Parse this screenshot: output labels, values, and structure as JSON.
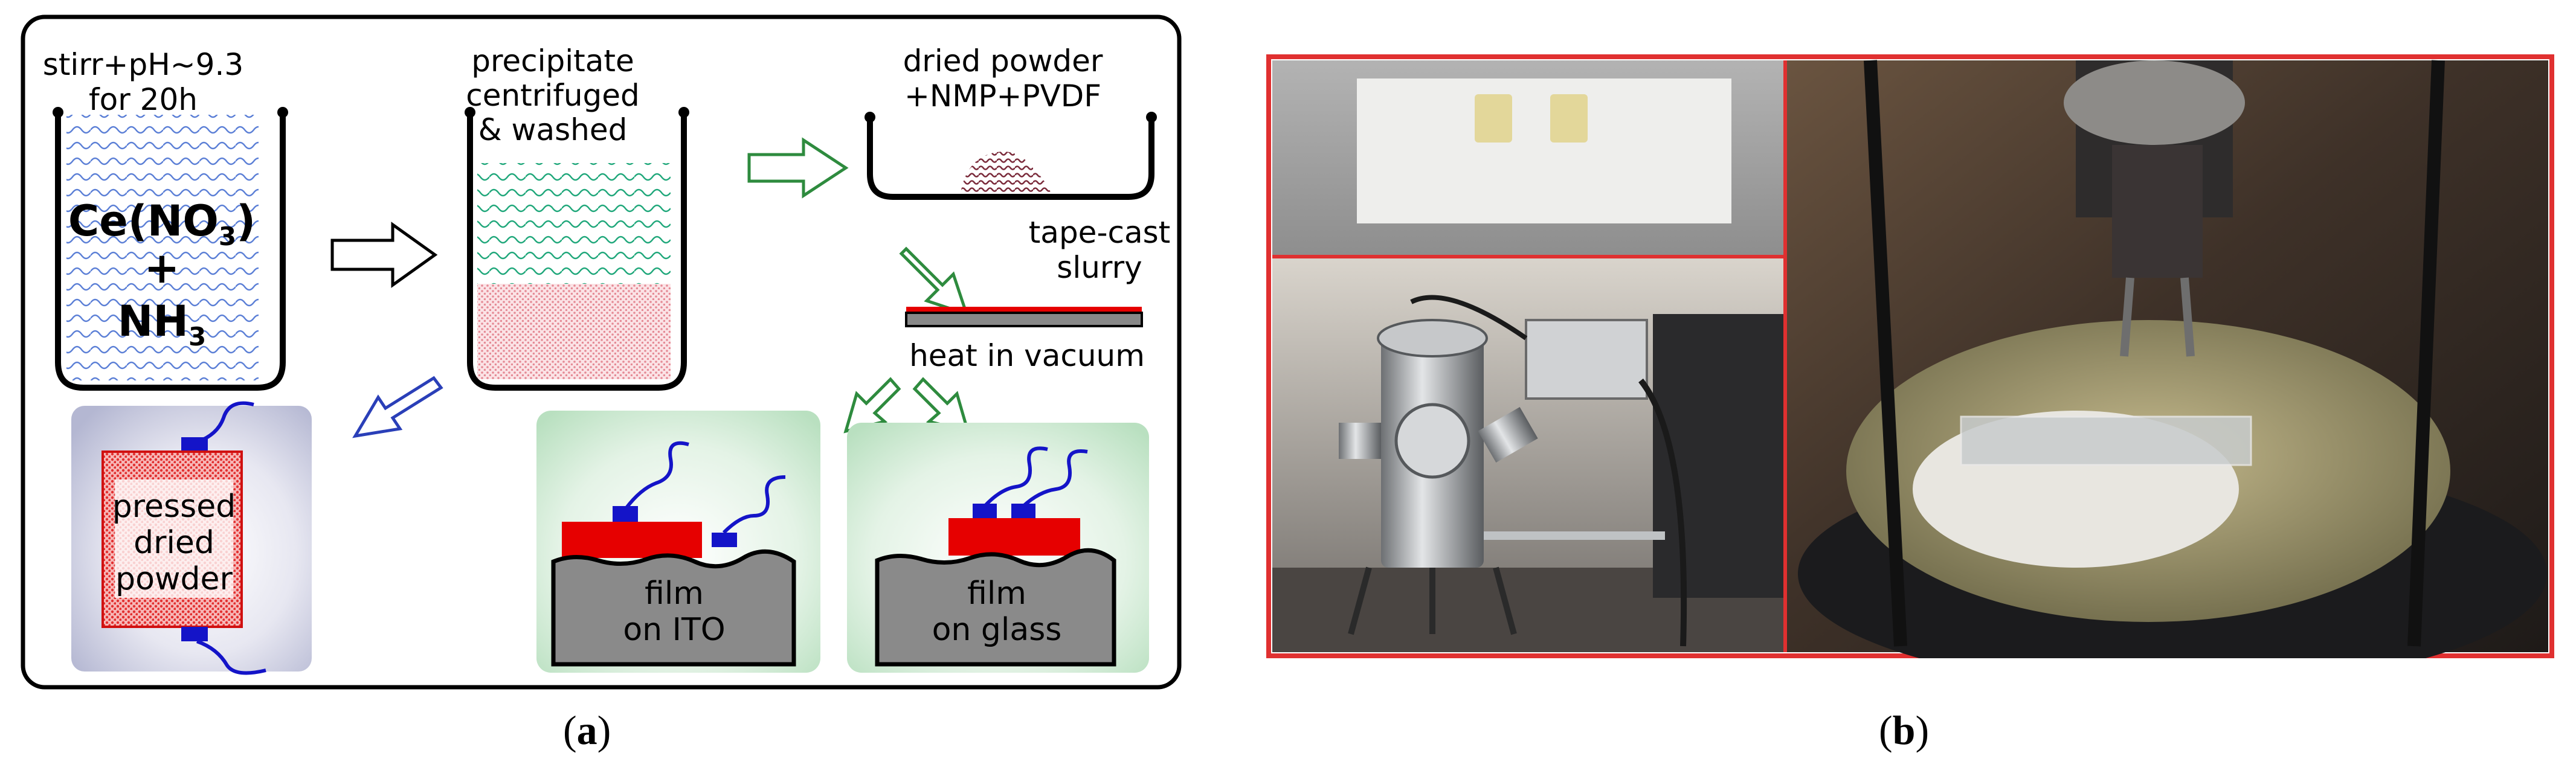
{
  "panel_a": {
    "beaker1_caption_line1": "stirr+pH~9.3",
    "beaker1_caption_line2": "for 20h",
    "reagent_1_main": "Ce(NO",
    "reagent_1_sub": "3",
    "reagent_1_close": ")",
    "reagent_plus": "+",
    "reagent_2_main": "NH",
    "reagent_2_sub": "3",
    "beaker2_caption_line1": "precipitate",
    "beaker2_caption_line2": "centrifuged",
    "beaker2_caption_line3": "& washed",
    "beaker3_caption_line1": "dried powder",
    "beaker3_caption_line2": "+NMP+PVDF",
    "tapecast_line1": "tape-cast",
    "tapecast_line2": "slurry",
    "heat_label": "heat in vacuum",
    "pellet_line1": "pressed",
    "pellet_line2": "dried",
    "pellet_line3": "powder",
    "film_ito_line1": "film",
    "film_ito_line2": "on ITO",
    "film_glass_line1": "film",
    "film_glass_line2": "on glass",
    "colors": {
      "liquid_blue": "#5b7fd6",
      "liquid_green": "#1fa77a",
      "precipitate_pink": "#e58a95",
      "powder_brown": "#7a2a3a",
      "electrode_blue": "#1414c8",
      "film_red": "#e60000",
      "substrate_gray": "#888888",
      "arrow_green": "#2e8b3e",
      "arrow_blue": "#2a3fb8"
    }
  },
  "panel_b": {
    "frame_color": "#e03030"
  },
  "captions": {
    "a_open": "(",
    "a_letter": "a",
    "a_close": ")",
    "b_open": "(",
    "b_letter": "b",
    "b_close": ")"
  }
}
